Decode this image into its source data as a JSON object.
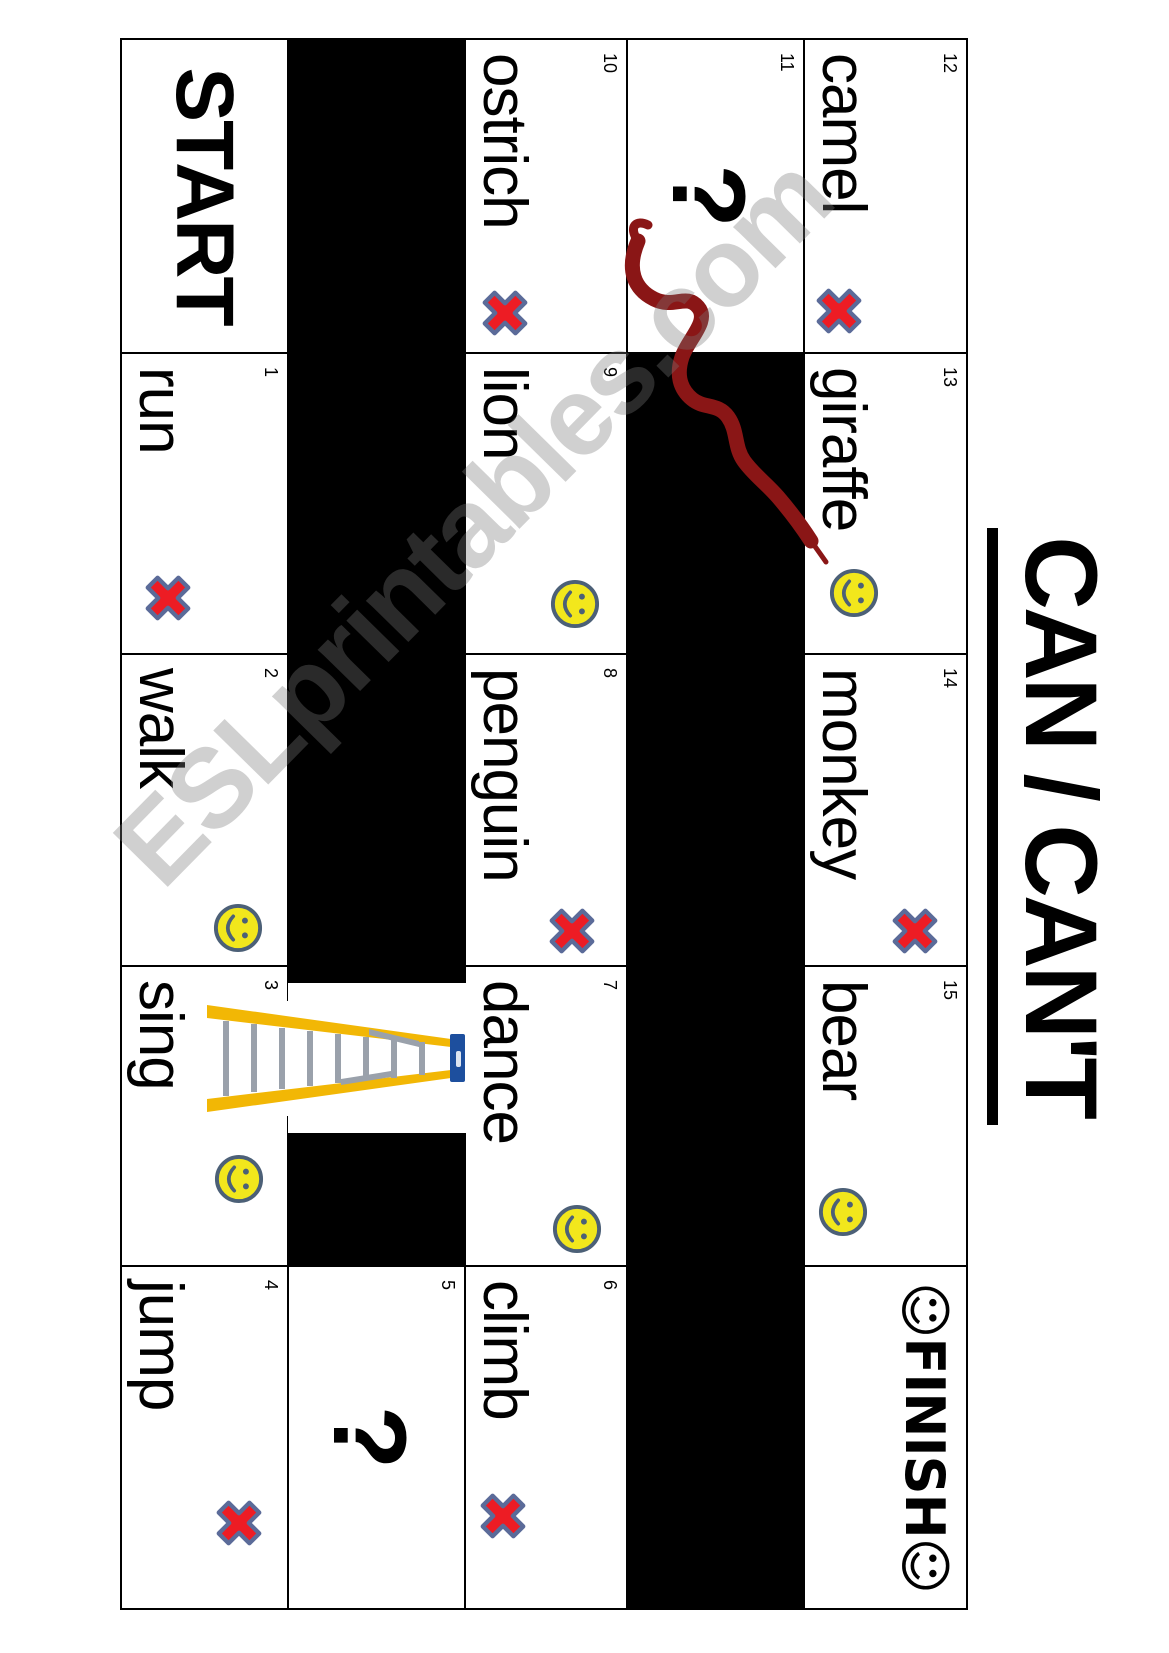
{
  "title": "CAN / CAN'T",
  "watermark": "ESLprintables.com",
  "colors": {
    "cross_red": "#ed1c24",
    "cross_outline": "#5b6b99",
    "smiley_yellow": "#f2e71c",
    "smiley_outline": "#4c6077",
    "snake_red": "#8a1616",
    "ladder_rail_yellow": "#f2b705",
    "ladder_rung_gray": "#9aa1ab",
    "ladder_cap_blue": "#1d4f9e",
    "board_line": "#000000"
  },
  "board": {
    "start": {
      "label": "START"
    },
    "finish": {
      "smiley_left": "☺",
      "label": "FINISH",
      "smiley_right": "☺"
    },
    "cells": {
      "run": {
        "word": "run",
        "number": "1",
        "icon": "cross-icon"
      },
      "walk": {
        "word": "walk",
        "number": "2",
        "icon": "smiley-icon"
      },
      "sing": {
        "word": "sing",
        "number": "3",
        "icon": "smiley-icon"
      },
      "jump": {
        "word": "jump",
        "number": "4",
        "icon": "cross-icon"
      },
      "q5": {
        "number": "5",
        "symbol": "?"
      },
      "climb": {
        "word": "climb",
        "number": "6",
        "icon": "cross-icon"
      },
      "dance": {
        "word": "dance",
        "number": "7",
        "icon": "smiley-icon"
      },
      "penguin": {
        "word": "penguin",
        "number": "8",
        "icon": "cross-icon"
      },
      "lion": {
        "word": "lion",
        "number": "9",
        "icon": "smiley-icon"
      },
      "ostrich": {
        "word": "ostrich",
        "number": "10",
        "icon": "cross-icon"
      },
      "q11": {
        "number": "11",
        "symbol": "?"
      },
      "camel": {
        "word": "camel",
        "number": "12",
        "icon": "cross-icon"
      },
      "giraffe": {
        "word": "giraffe",
        "number": "13",
        "icon": "smiley-icon"
      },
      "monkey": {
        "word": "monkey",
        "number": "14",
        "icon": "cross-icon"
      },
      "bear": {
        "word": "bear",
        "number": "15",
        "icon": "smiley-icon"
      }
    },
    "decorations": {
      "snake": "snake-image",
      "ladder": "ladder-image"
    }
  }
}
